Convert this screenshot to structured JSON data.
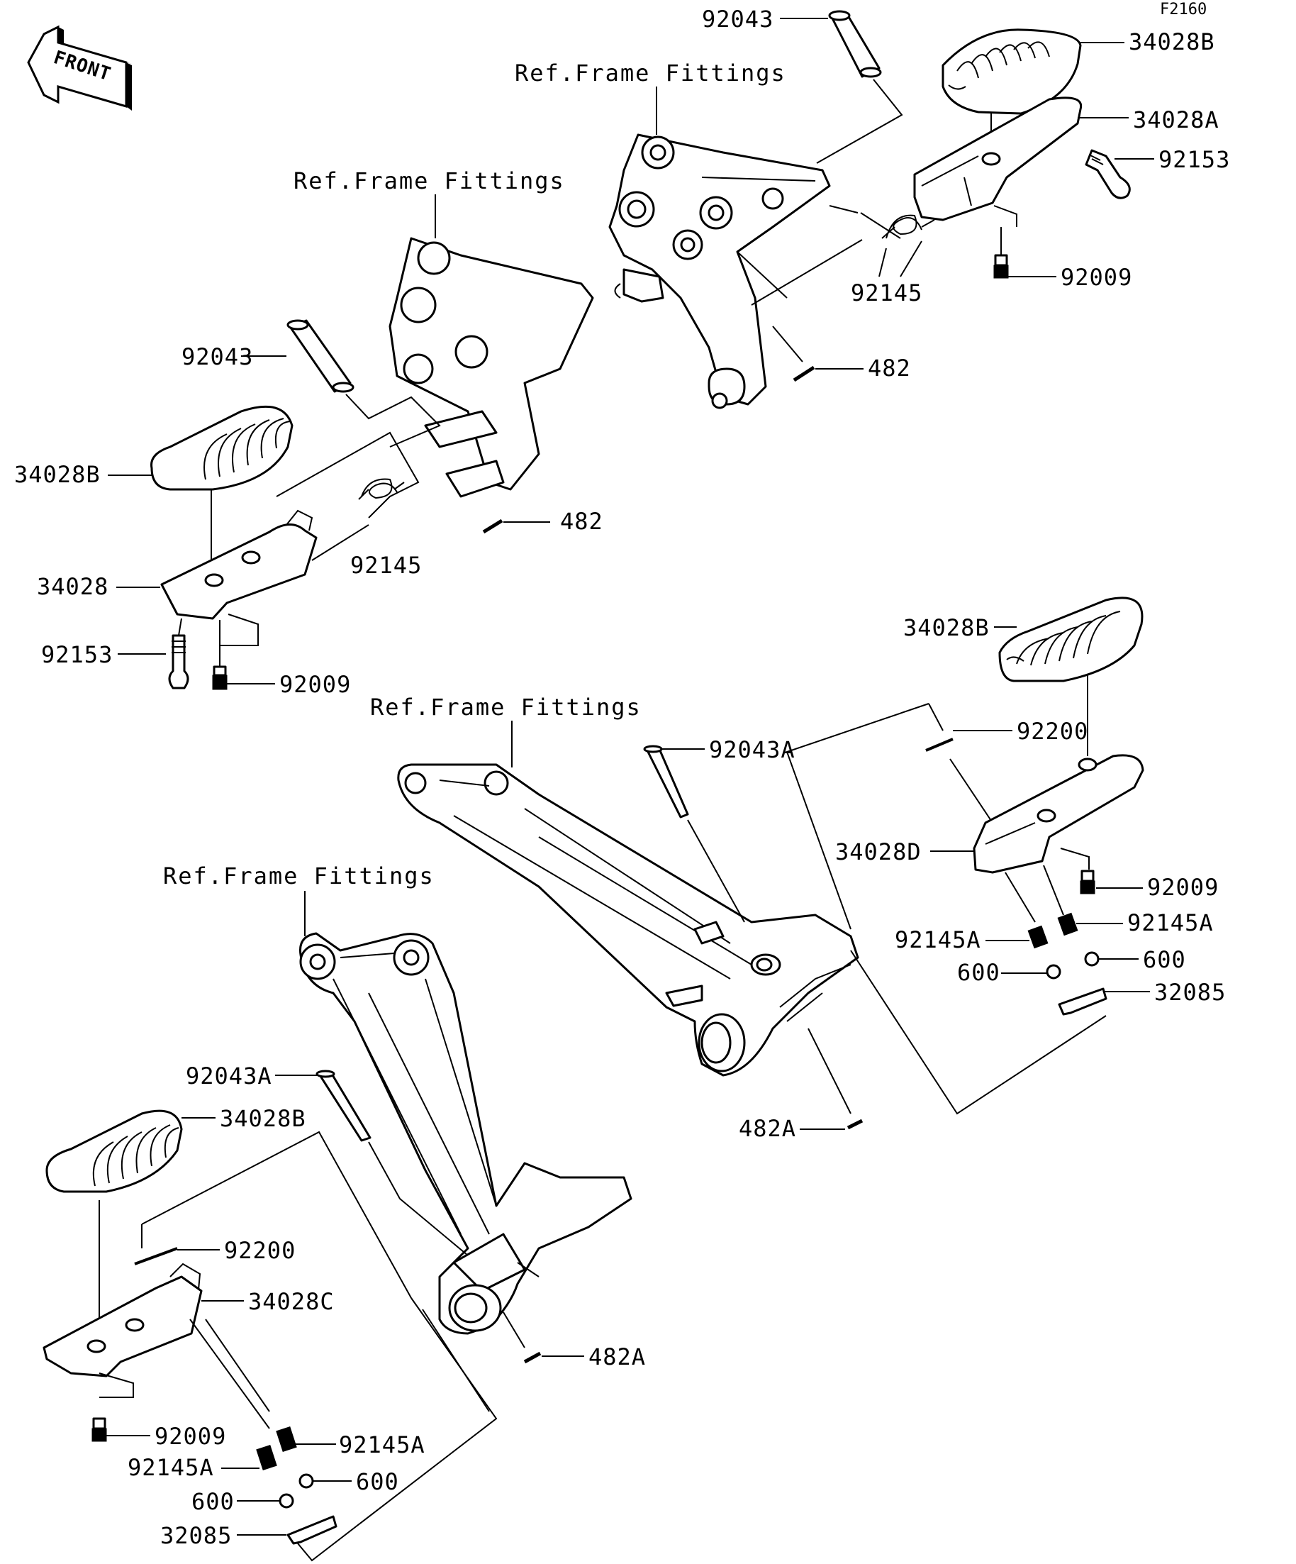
{
  "figure_id": "F2160",
  "front_badge": "FRONT",
  "ref_label": "Ref.Frame Fittings",
  "labels": {
    "p92043_top": "92043",
    "p34028B_tr": "34028B",
    "p34028A": "34028A",
    "p92153_tr": "92153",
    "p92145_tr": "92145",
    "p92009_tr": "92009",
    "p482_tr": "482",
    "p92043_l": "92043",
    "p34028B_l": "34028B",
    "p482_l": "482",
    "p92145_l": "92145",
    "p34028": "34028",
    "p92153_l": "92153",
    "p92009_l": "92009",
    "p34028B_r": "34028B",
    "p92200_r": "92200",
    "p92043A_r": "92043A",
    "p34028D": "34028D",
    "p92009_r": "92009",
    "p92145A_r1": "92145A",
    "p92145A_r2": "92145A",
    "p600_r1": "600",
    "p600_r2": "600",
    "p32085_r": "32085",
    "p482A_r": "482A",
    "p92043A_l": "92043A",
    "p34028B_bl": "34028B",
    "p92200_bl": "92200",
    "p34028C": "34028C",
    "p482A_bl": "482A",
    "p92009_bl": "92009",
    "p92145A_bl1": "92145A",
    "p92145A_bl2": "92145A",
    "p600_bl1": "600",
    "p600_bl2": "600",
    "p32085_bl": "32085"
  }
}
